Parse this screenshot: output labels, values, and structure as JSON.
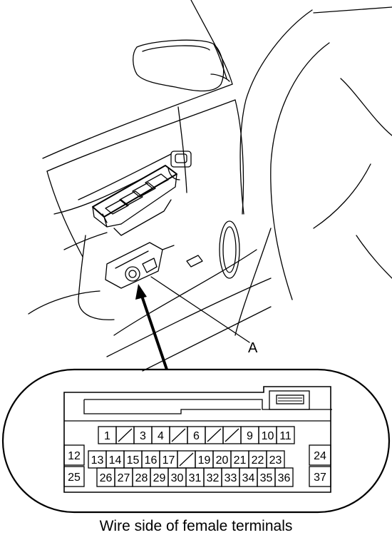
{
  "callout_label": "A",
  "caption": "Wire side of female terminals",
  "connector": {
    "top_row": [
      "1",
      "/",
      "3",
      "4",
      "/",
      "6",
      "/",
      "/",
      "9",
      "10",
      "11"
    ],
    "left_side": [
      "12",
      "25"
    ],
    "middle_row": [
      "13",
      "14",
      "15",
      "16",
      "17",
      "/",
      "19",
      "20",
      "21",
      "22",
      "23"
    ],
    "bottom_row": [
      "26",
      "27",
      "28",
      "29",
      "30",
      "31",
      "32",
      "33",
      "34",
      "35",
      "36"
    ],
    "right_side": [
      "24",
      "37"
    ]
  }
}
